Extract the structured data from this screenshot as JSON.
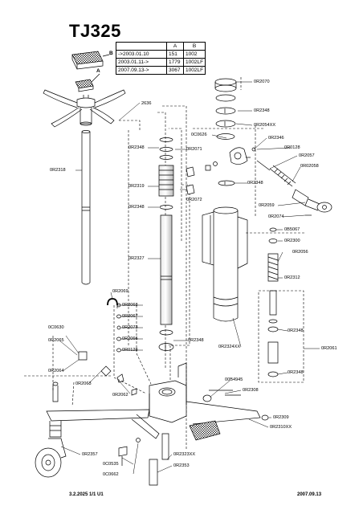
{
  "title": "TJ325",
  "revision_table": {
    "headers": [
      "",
      "A",
      "B"
    ],
    "rows": [
      [
        "->2003.01.10",
        "151",
        "1002"
      ],
      [
        "2003.01.11->",
        "1779",
        "1002LF"
      ],
      [
        "2007.09.13->",
        "3067",
        "1002LF"
      ]
    ]
  },
  "callouts": {
    "B": "B",
    "A": "A",
    "p2636": "2636",
    "p0R2318": "0R2318",
    "p0R2348_a": "0R2348",
    "p0R2071": "0R2071",
    "p0R2319": "0R2319",
    "p0R2072": "0R2072",
    "p0R2348_b": "0R2348",
    "p0R2327": "0R2327",
    "p0R2069": "0R2069",
    "p0R2068": "0R2068",
    "p0R2067": "0R2067",
    "p0R2073": "0R2073",
    "p0R2066": "0R2066",
    "p0R0128_a": "0R0128",
    "p0R2348_c": "0R2348",
    "p0C0630": "0C0630",
    "p0R2065": "0R2065",
    "p0R2064": "0R2064",
    "p0R2063": "0R2063",
    "p0R2062": "0R2062",
    "p0R2070": "0R2070",
    "p0R2348_d": "0R2348",
    "p0C0626": "0C0626",
    "p0R2054XX": "0R2054XX",
    "p0R2346": "0R2346",
    "p0R0128_b": "0R0128",
    "p0R2057": "0R2057",
    "p0R02058": "0R02058",
    "p0R2348_e": "0R2348",
    "p0R2059": "0R2059",
    "p0R2074": "0R2074",
    "p0B5067": "0B5067",
    "p0R2300": "0R2300",
    "p0R2056": "0R2056",
    "p0R2312": "0R2312",
    "p0R2348_f": "0R2348",
    "p0R2061": "0R2061",
    "p0R2348_g": "0R2348",
    "p0R2324XX": "0R2324XX",
    "p00B4945": "00B4945",
    "p0R2308": "0R2308",
    "p0R2309": "0R2309",
    "p0R2310XX": "0R2310XX",
    "p0R2357": "0R2357",
    "p0R2323XX": "0R2323XX",
    "p0C0535": "0C0535",
    "p0R2353": "0R2353",
    "p0C0662": "0C0662"
  },
  "footer": {
    "left": "3.2.2025 1/1 U1",
    "right": "2007.09.13"
  }
}
